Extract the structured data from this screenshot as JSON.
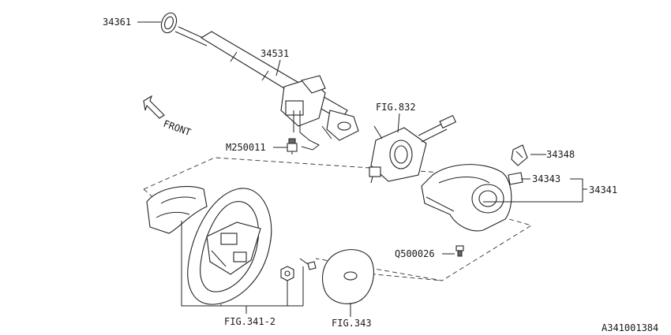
{
  "labels": {
    "p34361": "34361",
    "p34531": "34531",
    "front": "FRONT",
    "fig832": "FIG.832",
    "m250011": "M250011",
    "p34348": "34348",
    "p34343": "34343",
    "p34341": "34341",
    "q500026": "Q500026",
    "fig341_2": "FIG.341-2",
    "fig343": "FIG.343",
    "ref": "A341001384"
  }
}
